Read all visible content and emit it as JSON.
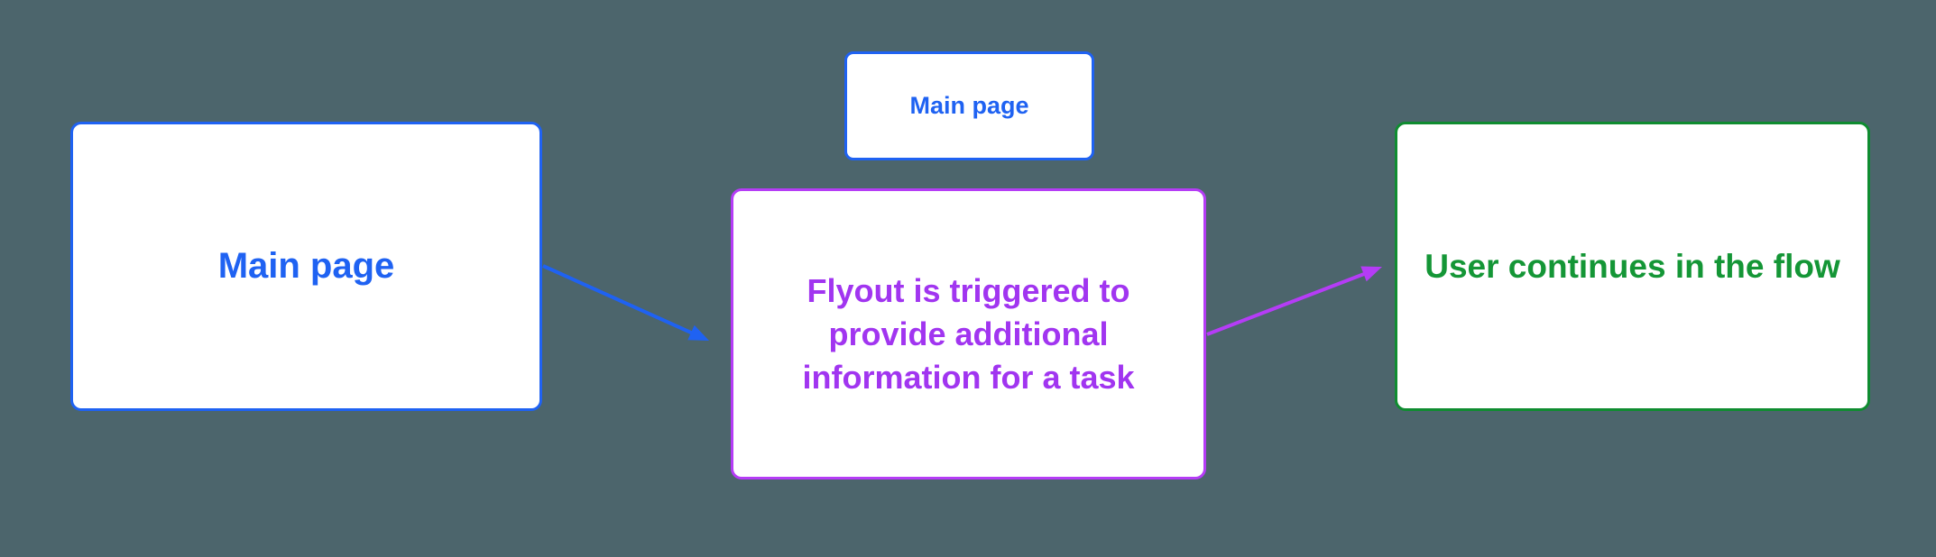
{
  "canvas": {
    "background": "#4c656c"
  },
  "colors": {
    "bg": "#4c656c",
    "blue": "#1f62f2",
    "purple_border": "#b53cf6",
    "purple_text": "#a135f0",
    "green_border": "#0f8c30",
    "green_text": "#149636",
    "node_fill": "#ffffff"
  },
  "nodes": {
    "main_page": {
      "label": "Main page"
    },
    "main_page_small": {
      "label": "Main page"
    },
    "flyout": {
      "label": "Flyout is triggered to provide additional information for a task",
      "lines": [
        "Flyout is triggered to",
        "provide additional",
        "information for a task"
      ]
    },
    "user_continues": {
      "label": "User continues in the flow"
    }
  }
}
